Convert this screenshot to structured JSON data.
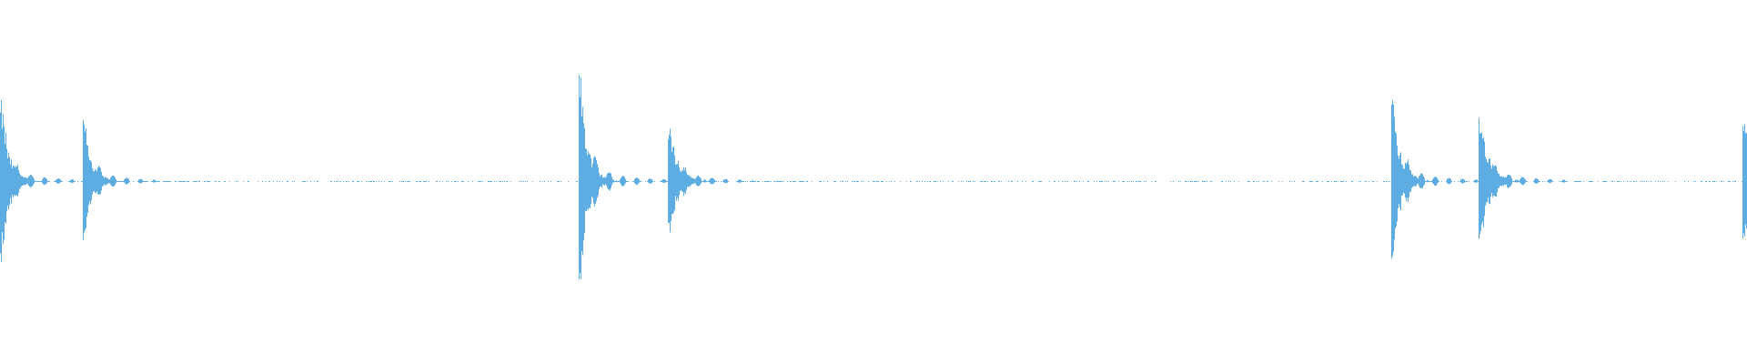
{
  "waveform": {
    "color": "#5DADE2",
    "background": "#FFFFFF",
    "bursts": [
      {
        "onset_fraction": 0.0,
        "peak_amplitude": 0.5
      },
      {
        "onset_fraction": 0.047,
        "peak_amplitude": 0.4
      },
      {
        "onset_fraction": 0.331,
        "peak_amplitude": 0.71
      },
      {
        "onset_fraction": 0.382,
        "peak_amplitude": 0.42
      },
      {
        "onset_fraction": 0.796,
        "peak_amplitude": 0.6
      },
      {
        "onset_fraction": 0.846,
        "peak_amplitude": 0.53
      },
      {
        "onset_fraction": 0.997,
        "peak_amplitude": 0.45
      }
    ]
  }
}
